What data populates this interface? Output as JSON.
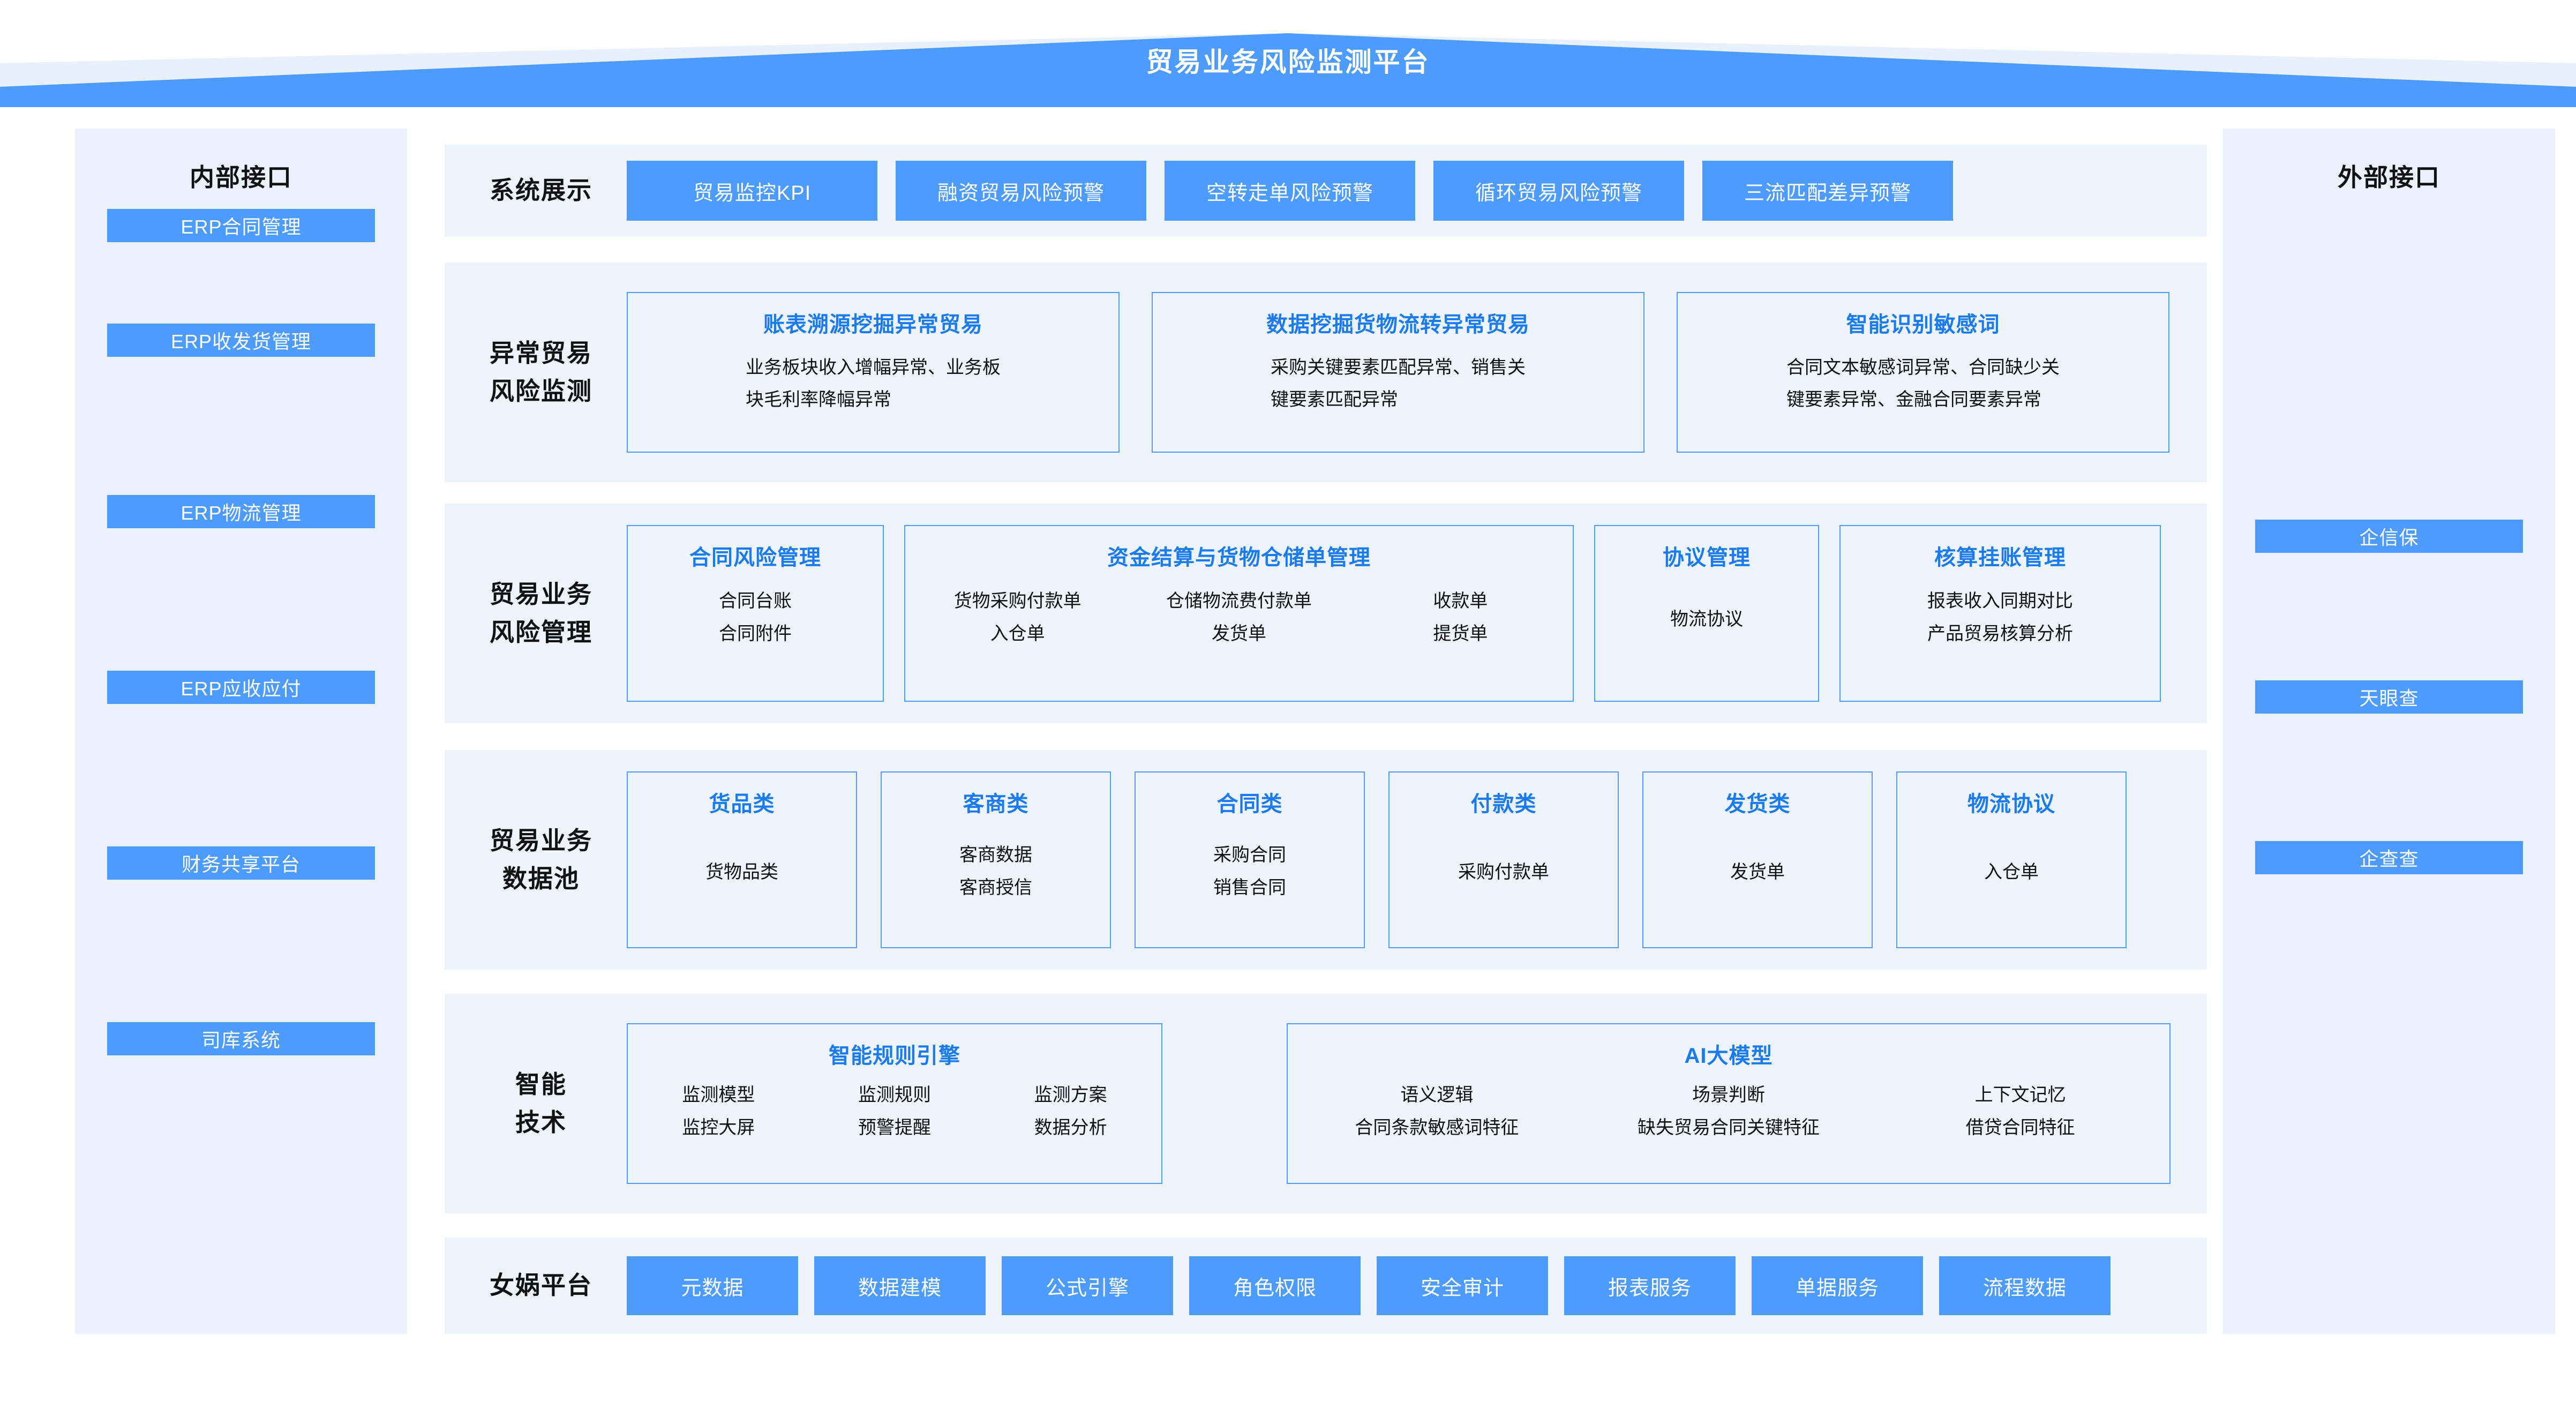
{
  "header": {
    "title": "贸易业务风险监测平台",
    "banner_color": "#4d9bfd",
    "banner_shadow_color": "#e8f0fd"
  },
  "theme": {
    "accent": "#4d9bfd",
    "card_title_color": "#1a7af0",
    "panel_bg": "#eef4fd",
    "side_bg": "#eaf1fd",
    "text": "#111111"
  },
  "left_sidebar": {
    "title": "内部接口",
    "items": [
      {
        "label": "ERP合同管理"
      },
      {
        "label": "ERP收发货管理"
      },
      {
        "label": "ERP物流管理"
      },
      {
        "label": "ERP应收应付"
      },
      {
        "label": "财务共享平台"
      },
      {
        "label": "司库系统"
      }
    ]
  },
  "right_sidebar": {
    "title": "外部接口",
    "items": [
      {
        "label": "企信保"
      },
      {
        "label": "天眼查"
      },
      {
        "label": "企查查"
      }
    ]
  },
  "rows": {
    "system_display": {
      "label_lines": [
        "系统展示"
      ],
      "buttons": [
        {
          "label": "贸易监控KPI"
        },
        {
          "label": "融资贸易风险预警"
        },
        {
          "label": "空转走单风险预警"
        },
        {
          "label": "循环贸易风险预警"
        },
        {
          "label": "三流匹配差异预警"
        }
      ]
    },
    "abnormal_trade": {
      "label_lines": [
        "异常贸易",
        "风险监测"
      ],
      "cards": [
        {
          "title": "账表溯源挖掘异常贸易",
          "lines": [
            "业务板块收入增幅异常、业务板",
            "块毛利率降幅异常"
          ]
        },
        {
          "title": "数据挖掘货物流转异常贸易",
          "lines": [
            "采购关键要素匹配异常、销售关",
            "键要素匹配异常"
          ]
        },
        {
          "title": "智能识别敏感词",
          "lines": [
            "合同文本敏感词异常、合同缺少关",
            "键要素异常、金融合同要素异常"
          ]
        }
      ]
    },
    "trade_risk_mgmt": {
      "label_lines": [
        "贸易业务",
        "风险管理"
      ],
      "cards": [
        {
          "title": "合同风险管理",
          "columns": [
            [
              "合同台账",
              "合同附件"
            ]
          ]
        },
        {
          "title": "资金结算与货物仓储单管理",
          "columns": [
            [
              "货物采购付款单",
              "入仓单"
            ],
            [
              "仓储物流费付款单",
              "发货单"
            ],
            [
              "收款单",
              "提货单"
            ]
          ]
        },
        {
          "title": "协议管理",
          "columns": [
            [
              "物流协议"
            ]
          ]
        },
        {
          "title": "核算挂账管理",
          "columns": [
            [
              "报表收入同期对比",
              "产品贸易核算分析"
            ]
          ]
        }
      ]
    },
    "trade_data_pool": {
      "label_lines": [
        "贸易业务",
        "数据池"
      ],
      "cards": [
        {
          "title": "货品类",
          "columns": [
            [
              "货物品类"
            ]
          ]
        },
        {
          "title": "客商类",
          "columns": [
            [
              "客商数据",
              "客商授信"
            ]
          ]
        },
        {
          "title": "合同类",
          "columns": [
            [
              "采购合同",
              "销售合同"
            ]
          ]
        },
        {
          "title": "付款类",
          "columns": [
            [
              "采购付款单"
            ]
          ]
        },
        {
          "title": "发货类",
          "columns": [
            [
              "发货单"
            ]
          ]
        },
        {
          "title": "物流协议",
          "columns": [
            [
              "入仓单"
            ]
          ]
        }
      ]
    },
    "smart_tech": {
      "label_lines": [
        "智能",
        "技术"
      ],
      "cards": [
        {
          "title": "智能规则引擎",
          "columns": [
            [
              "监测模型",
              "监控大屏"
            ],
            [
              "监测规则",
              "预警提醒"
            ],
            [
              "监测方案",
              "数据分析"
            ]
          ]
        },
        {
          "title": "AI大模型",
          "columns": [
            [
              "语义逻辑",
              "合同条款敏感词特征"
            ],
            [
              "场景判断",
              "缺失贸易合同关键特征"
            ],
            [
              "上下文记忆",
              "借贷合同特征"
            ]
          ]
        }
      ]
    },
    "nuwa_platform": {
      "label_lines": [
        "女娲平台"
      ],
      "buttons": [
        {
          "label": "元数据"
        },
        {
          "label": "数据建模"
        },
        {
          "label": "公式引擎"
        },
        {
          "label": "角色权限"
        },
        {
          "label": "安全审计"
        },
        {
          "label": "报表服务"
        },
        {
          "label": "单据服务"
        },
        {
          "label": "流程数据"
        }
      ]
    }
  }
}
